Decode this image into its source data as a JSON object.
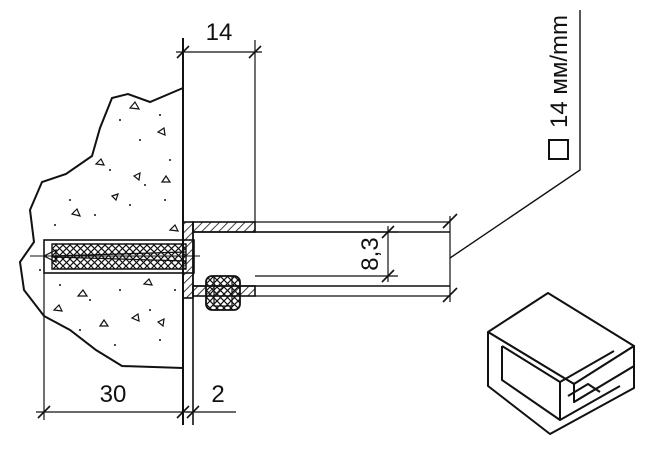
{
  "dimensions": {
    "top_width": "14",
    "gap_height": "8,3",
    "anchor_depth": "30",
    "pad_thickness": "2"
  },
  "glass_spec": {
    "label": "14 мм/mm"
  },
  "colors": {
    "ink": "#111111",
    "background": "#ffffff"
  }
}
